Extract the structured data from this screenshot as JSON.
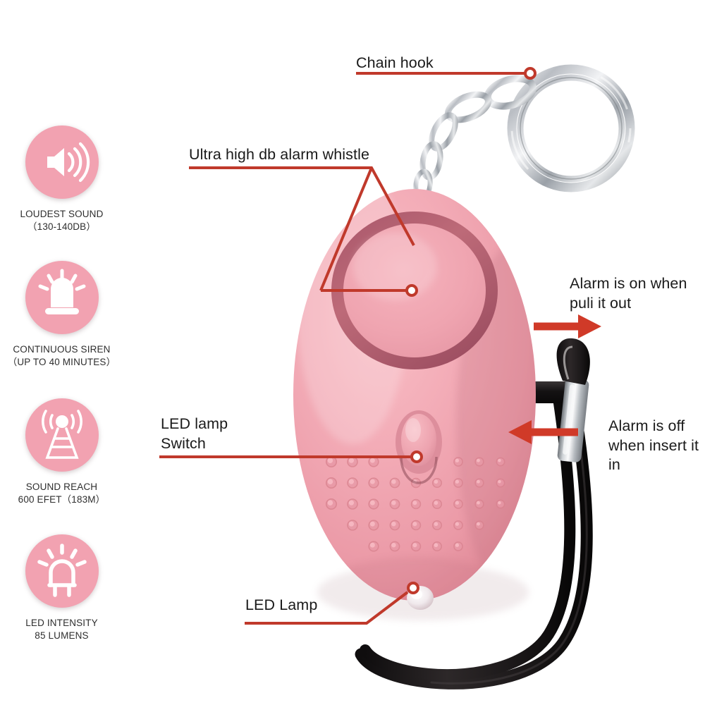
{
  "page": {
    "title": "Personal Safety Alarm Keychain Feature Diagram",
    "background": "#ffffff"
  },
  "colors": {
    "annotation_red": "#c0392b",
    "arrow_red": "#d03a28",
    "feature_pink": "#f2a2b1",
    "body_pink": "#f0a3ae",
    "body_pink_dark": "#d98a98",
    "ring_dark": "#b9626f",
    "text_dark": "#1a1a1a",
    "metal_silver": "#c9ccd1",
    "cord_black": "#1a1718"
  },
  "features": [
    {
      "icon": "speaker-waves-icon",
      "line1": "LOUDEST SOUND",
      "line2": "（130-140DB）"
    },
    {
      "icon": "siren-beacon-icon",
      "line1": "CONTINUOUS SIREN",
      "line2": "（UP TO 40 MINUTES）"
    },
    {
      "icon": "signal-tower-icon",
      "line1": "SOUND REACH",
      "line2": "600 EFET（183M）"
    },
    {
      "icon": "led-bulb-icon",
      "line1": "LED INTENSITY",
      "line2": "85 LUMENS"
    }
  ],
  "annotations": [
    {
      "id": "chain-hook",
      "text": "Chain hook",
      "pointer": "dot-at-keyring"
    },
    {
      "id": "alarm-whistle",
      "text": "Ultra high db alarm whistle",
      "pointer": "dot-at-speaker"
    },
    {
      "id": "alarm-on",
      "text": "Alarm is on when\npuli it out",
      "pointer": "arrow-right"
    },
    {
      "id": "alarm-off",
      "text": "Alarm is off\nwhen insert it\nin",
      "pointer": "arrow-left"
    },
    {
      "id": "led-switch",
      "text": "LED lamp\nSwitch",
      "pointer": "dot-at-button"
    },
    {
      "id": "led-lamp",
      "text": "LED Lamp",
      "pointer": "dot-at-led"
    }
  ],
  "device": {
    "name": "pink-oval-personal-alarm",
    "parts": [
      "keyring",
      "chain",
      "body",
      "speaker-grille",
      "led-switch-button",
      "grip-dots",
      "led-lamp",
      "pull-pin",
      "lanyard-cord"
    ]
  }
}
